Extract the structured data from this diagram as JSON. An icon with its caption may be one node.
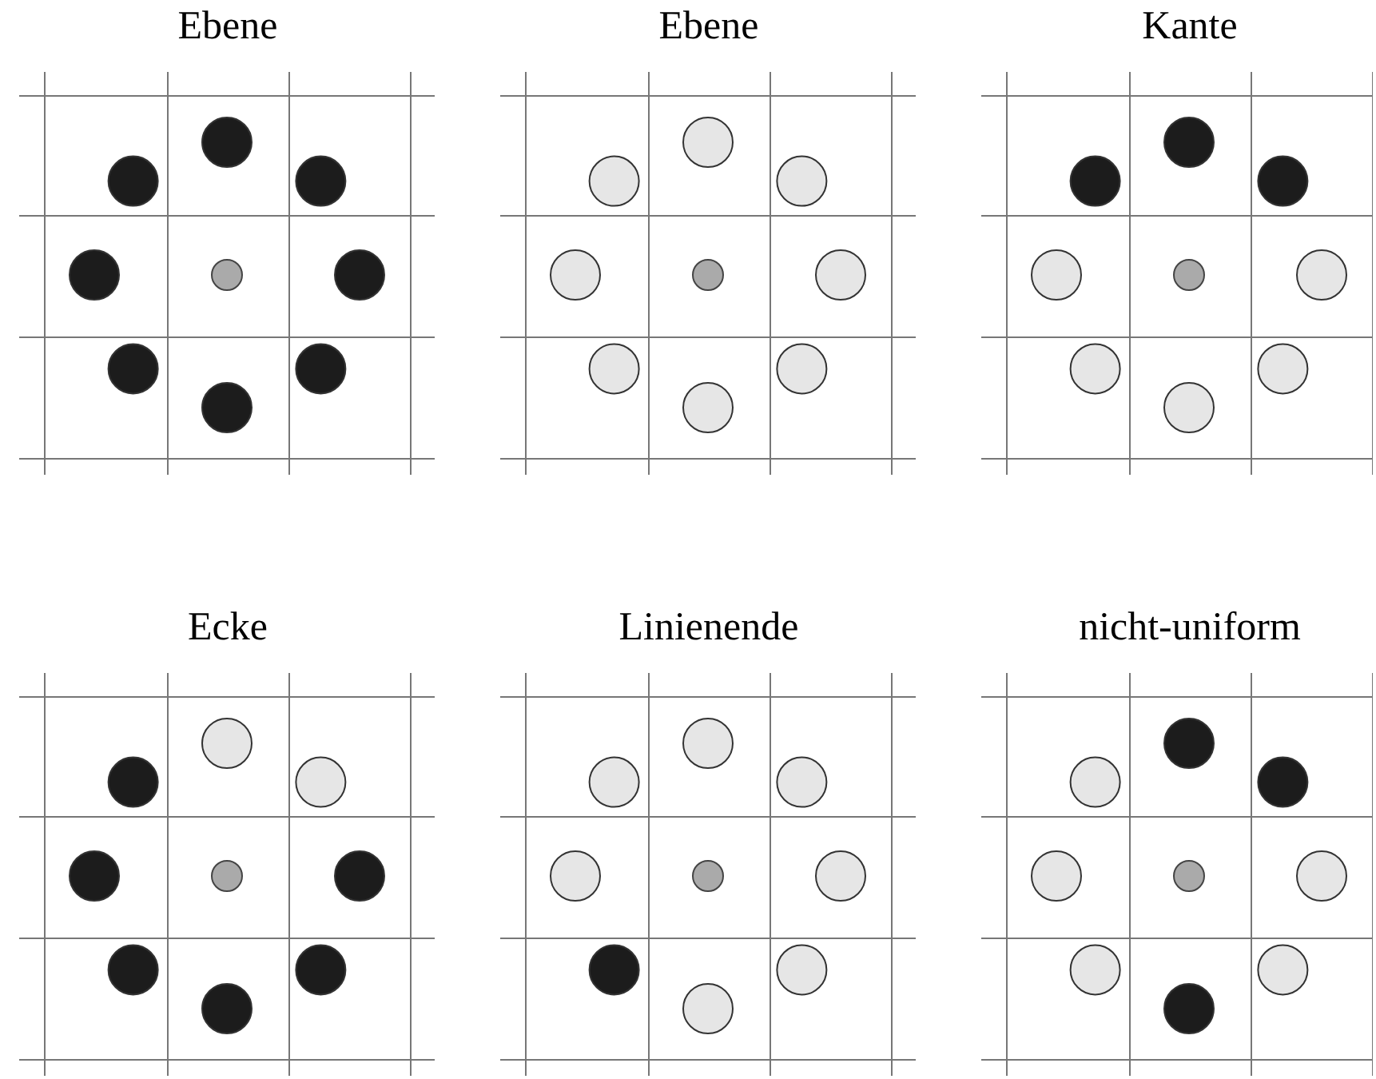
{
  "diagram": {
    "nodes": [
      {
        "text": [
          "Ebene"
        ]
      },
      {
        "text": [
          "Ebene"
        ]
      },
      {
        "text": [
          "Kante"
        ]
      },
      {
        "text": [
          "Ecke"
        ]
      },
      {
        "text": [
          "Linienende"
        ]
      },
      {
        "text": [
          "nicht-uniform"
        ]
      }
    ]
  }
}
